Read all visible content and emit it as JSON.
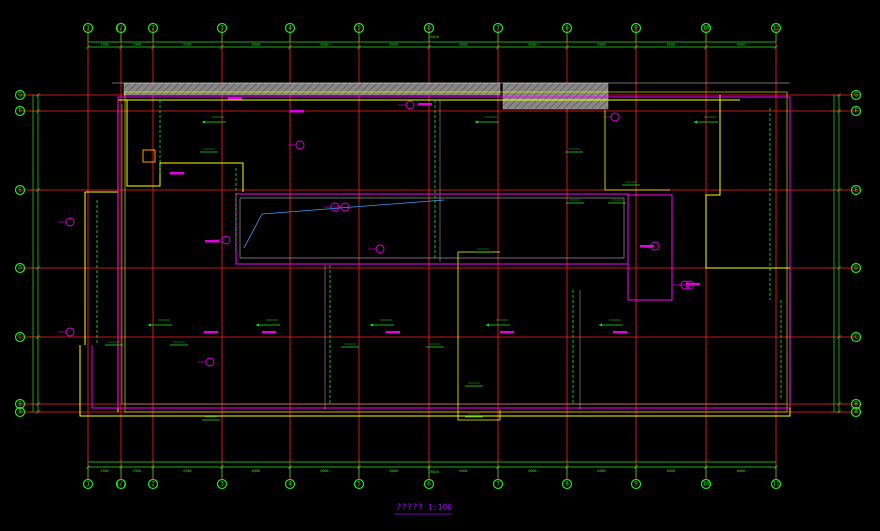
{
  "drawing": {
    "title": "?????",
    "scale": "1:100",
    "top_total": "70020",
    "bottom_total": "70020"
  },
  "grid": {
    "columns": [
      "1",
      "1/1",
      "2",
      "3",
      "4",
      "5",
      "6",
      "7",
      "8",
      "9",
      "10",
      "11"
    ],
    "rows": [
      "G",
      "F",
      "E",
      "D",
      "C",
      "B",
      "A"
    ],
    "top_dims": [
      "3300",
      "2900",
      "6300",
      "6000",
      "6000",
      "6000",
      "6000",
      "6000",
      "6000",
      "6000",
      "6000"
    ],
    "bottom_dims": [
      "3300",
      "2900",
      "6300",
      "6000",
      "6000",
      "6000",
      "6000",
      "6000",
      "6000",
      "6000",
      "6000"
    ]
  },
  "colors": {
    "background": "#000000",
    "axis": "#ff2020",
    "dimension": "#23e623",
    "wall": "#ffff00",
    "slab": "#ff00ff",
    "annotation": "#e000e0",
    "beam": "#40a0ff"
  }
}
